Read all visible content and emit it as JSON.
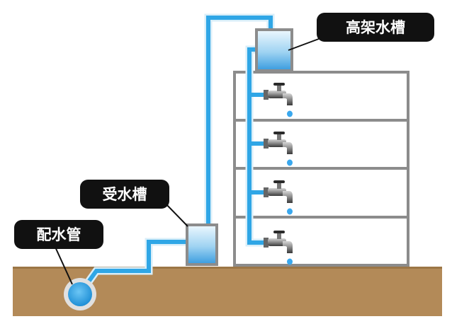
{
  "labels": {
    "elevated_tank": "高架水槽",
    "receiving_tank": "受水槽",
    "water_main": "配水管"
  },
  "colors": {
    "ground": "#b38a58",
    "ground_edge": "#8a6a40",
    "pipe": "#2fa6e6",
    "pipe_outline": "#d8eef9",
    "building_line": "#8c8c8c",
    "callout_bg": "#111111",
    "callout_text": "#ffffff",
    "water_drop": "#3aa8ee",
    "tank_top": "#e6f4fc",
    "tank_bottom": "#4aa9e6"
  },
  "icons": [
    "faucet-icon",
    "water-drop-icon"
  ]
}
